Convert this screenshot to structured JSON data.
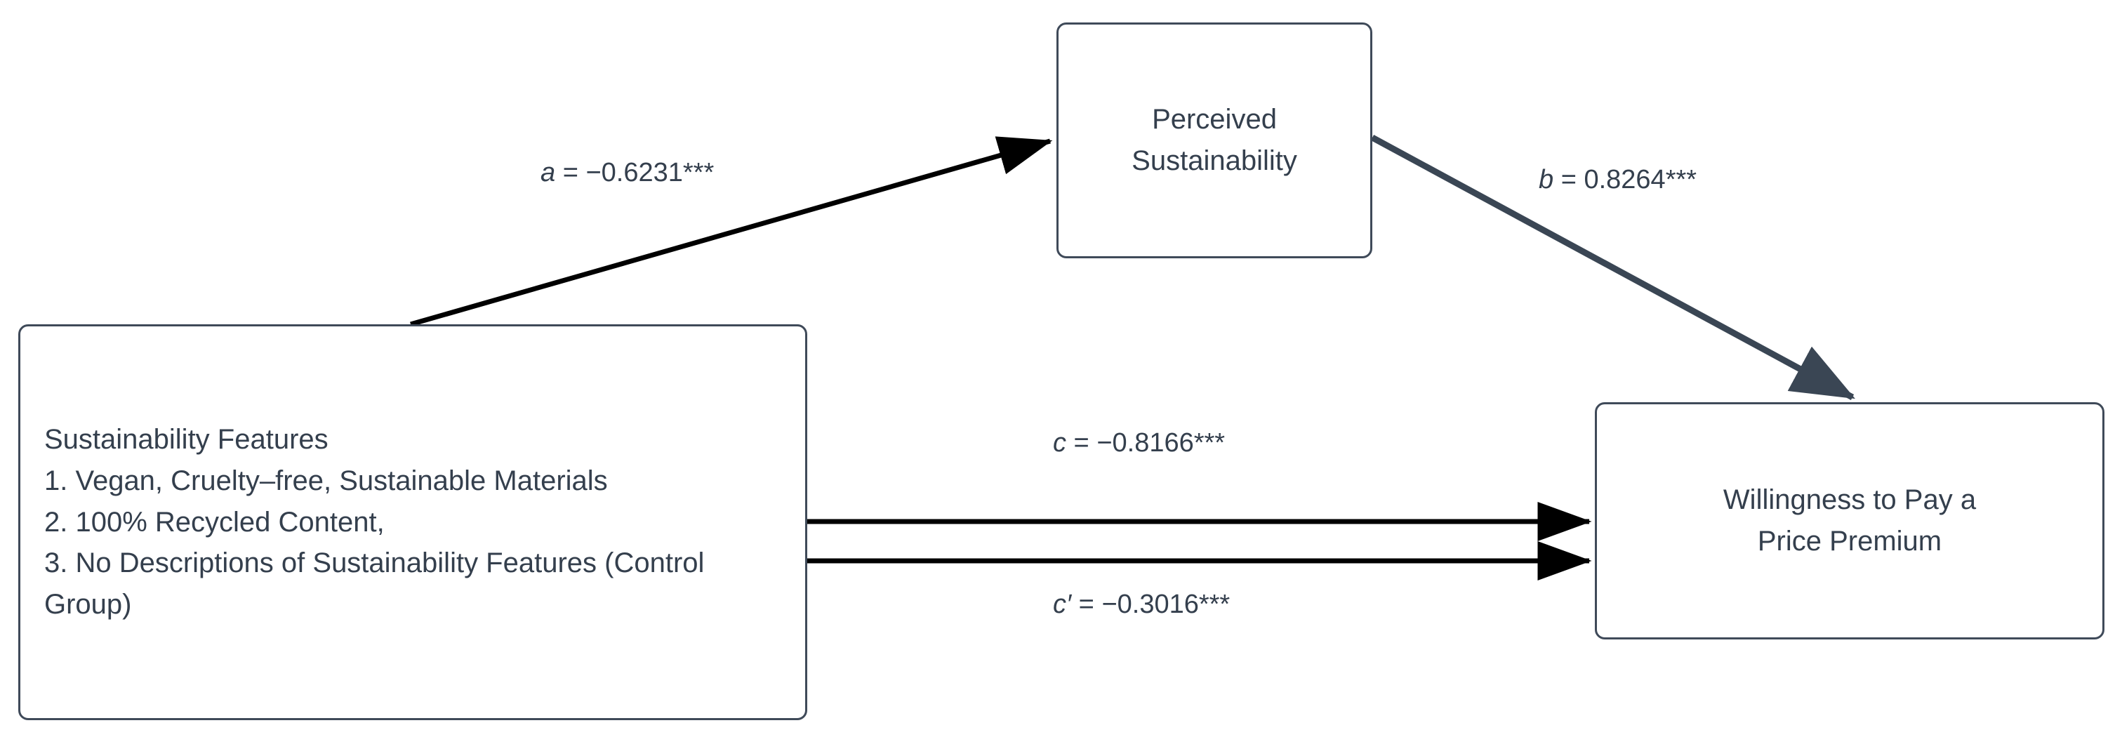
{
  "diagram": {
    "type": "mediation-model",
    "nodes": [
      {
        "id": "treatment",
        "label": "Sustainability Features\n1. Vegan, Cruelty–free, Sustainable Materials\n2. 100% Recycled Content,\n3. No Descriptions of Sustainability Features (Control Group)"
      },
      {
        "id": "mediator",
        "label": "Perceived\nSustainability"
      },
      {
        "id": "outcome",
        "label": "Willingness to Pay a\nPrice Premium"
      }
    ],
    "paths": [
      {
        "id": "a",
        "symbol": "a",
        "equals": " = ",
        "value": "−0.6231",
        "significance": "***",
        "text": "a = −0.6231***",
        "from": "treatment",
        "to": "mediator",
        "coefficient": -0.6231,
        "color": "#000000"
      },
      {
        "id": "b",
        "symbol": "b",
        "equals": " = ",
        "value": "0.8264",
        "significance": "***",
        "text": "b = 0.8264***",
        "from": "mediator",
        "to": "outcome",
        "coefficient": 0.8264,
        "color": "#3a4654"
      },
      {
        "id": "c",
        "symbol": "c",
        "equals": " = ",
        "value": "−0.8166",
        "significance": "***",
        "text": "c = −0.8166***",
        "from": "treatment",
        "to": "outcome",
        "coefficient": -0.8166,
        "color": "#000000"
      },
      {
        "id": "cprime",
        "symbol": "c′",
        "equals": " = ",
        "value": "−0.3016",
        "significance": "***",
        "text": "c′ = −0.3016***",
        "from": "treatment",
        "to": "outcome",
        "coefficient": -0.3016,
        "color": "#000000"
      }
    ],
    "colors": {
      "box_border": "#3f4a59",
      "text": "#343f4d",
      "arrow_black": "#000000",
      "arrow_slate": "#3a4654",
      "background": "#ffffff"
    }
  }
}
